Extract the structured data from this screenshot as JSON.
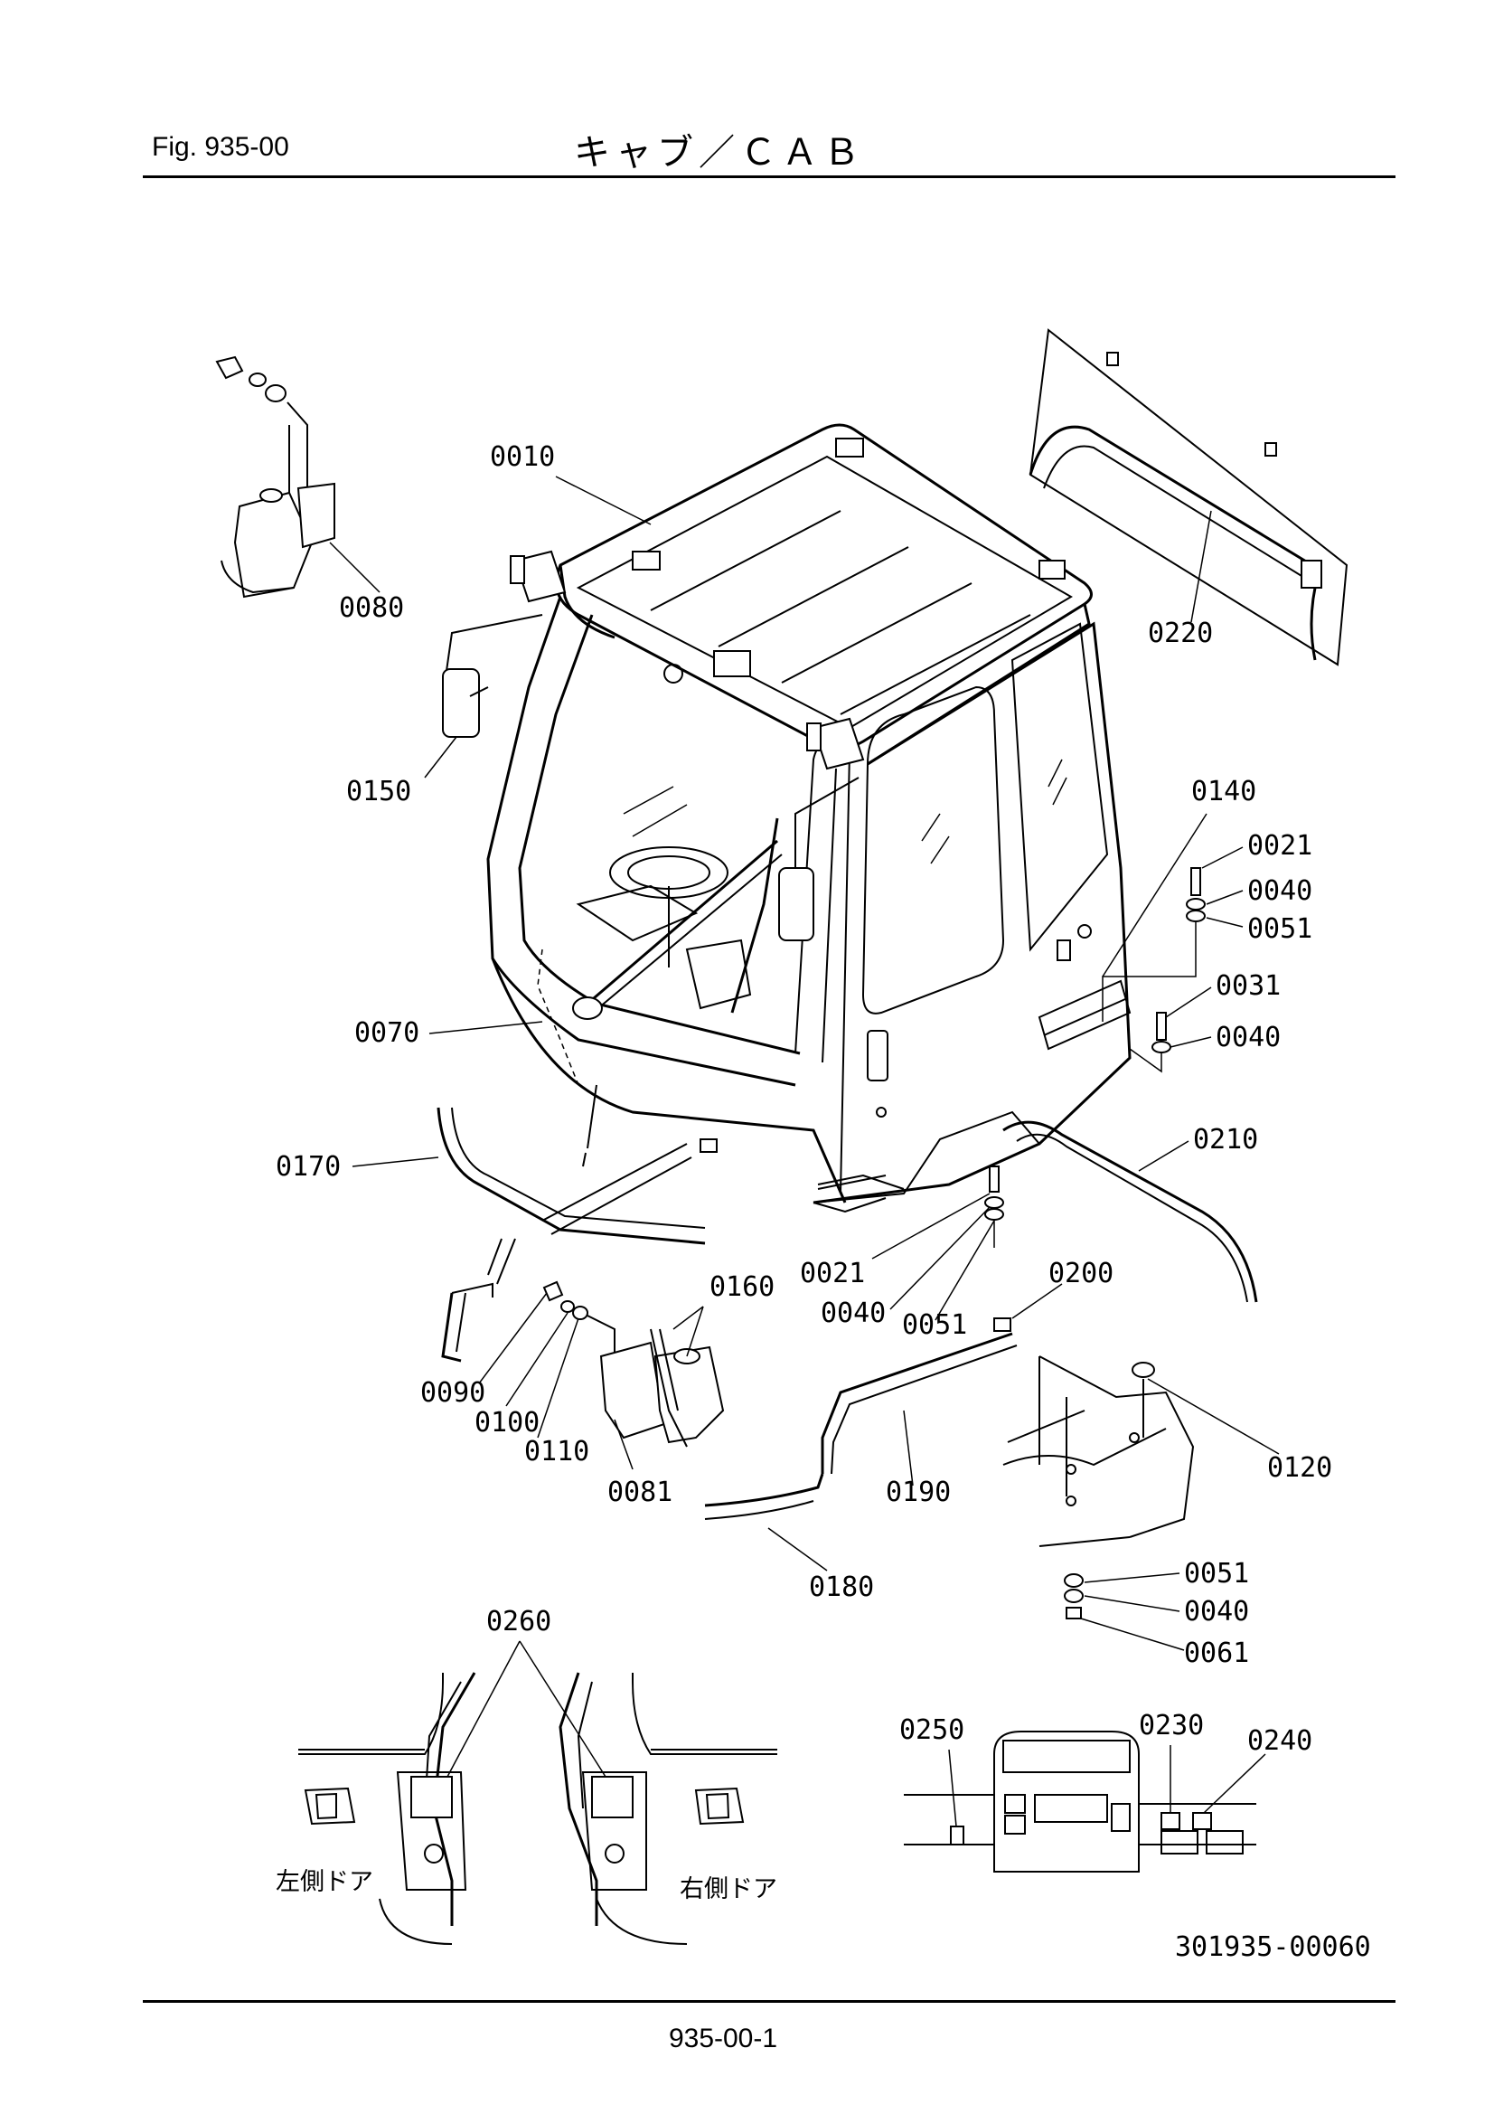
{
  "header": {
    "figure": "Fig.  935-00",
    "title": "キャブ／ＣＡＢ"
  },
  "callouts": [
    {
      "id": "c0010",
      "label": "0010"
    },
    {
      "id": "c0080",
      "label": "0080"
    },
    {
      "id": "c0220",
      "label": "0220"
    },
    {
      "id": "c0150",
      "label": "0150"
    },
    {
      "id": "c0140",
      "label": "0140"
    },
    {
      "id": "c0021a",
      "label": "0021"
    },
    {
      "id": "c0040a",
      "label": "0040"
    },
    {
      "id": "c0051a",
      "label": "0051"
    },
    {
      "id": "c0031",
      "label": "0031"
    },
    {
      "id": "c0040b",
      "label": "0040"
    },
    {
      "id": "c0070",
      "label": "0070"
    },
    {
      "id": "c0210",
      "label": "0210"
    },
    {
      "id": "c0170",
      "label": "0170"
    },
    {
      "id": "c0160",
      "label": "0160"
    },
    {
      "id": "c0021b",
      "label": "0021"
    },
    {
      "id": "c0200",
      "label": "0200"
    },
    {
      "id": "c0040c",
      "label": "0040"
    },
    {
      "id": "c0051b",
      "label": "0051"
    },
    {
      "id": "c0090",
      "label": "0090"
    },
    {
      "id": "c0100",
      "label": "0100"
    },
    {
      "id": "c0110",
      "label": "0110"
    },
    {
      "id": "c0081",
      "label": "0081"
    },
    {
      "id": "c0190",
      "label": "0190"
    },
    {
      "id": "c0120",
      "label": "0120"
    },
    {
      "id": "c0180",
      "label": "0180"
    },
    {
      "id": "c0051c",
      "label": "0051"
    },
    {
      "id": "c0040d",
      "label": "0040"
    },
    {
      "id": "c0061",
      "label": "0061"
    },
    {
      "id": "c0260",
      "label": "0260"
    },
    {
      "id": "c0250",
      "label": "0250"
    },
    {
      "id": "c0230",
      "label": "0230"
    },
    {
      "id": "c0240",
      "label": "0240"
    }
  ],
  "door_labels": {
    "left": "左側ドア",
    "right": "右側ドア"
  },
  "drawing_number": "301935-00060",
  "page_number": "935-00-1"
}
